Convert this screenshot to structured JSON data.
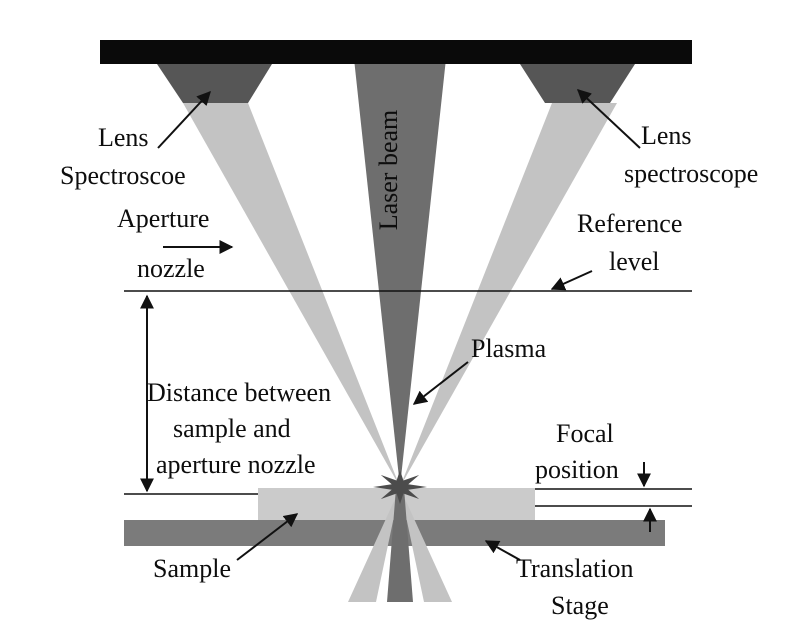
{
  "labels": {
    "lens_left": "Lens",
    "spectroscope_left": "Spectroscoe",
    "lens_right": "Lens",
    "spectroscope_right": "spectroscope",
    "laser_beam": "Laser beam",
    "aperture": "Aperture",
    "nozzle": "nozzle",
    "reference": "Reference",
    "level": "level",
    "plasma": "Plasma",
    "distance_1": "Distance between",
    "distance_2": "sample and",
    "distance_3": "aperture nozzle",
    "focal_1": "Focal",
    "focal_2": "position",
    "sample": "Sample",
    "translation": "Translation",
    "stage": "Stage"
  },
  "colors": {
    "mount_bar": "#0a0a0a",
    "lens": "#565656",
    "laser_beam": "#6e6e6e",
    "collection_beam": "#c3c3c3",
    "sample": "#cbcbcb",
    "stage": "#7b7b7b",
    "plasma": "#4c4c4c"
  }
}
